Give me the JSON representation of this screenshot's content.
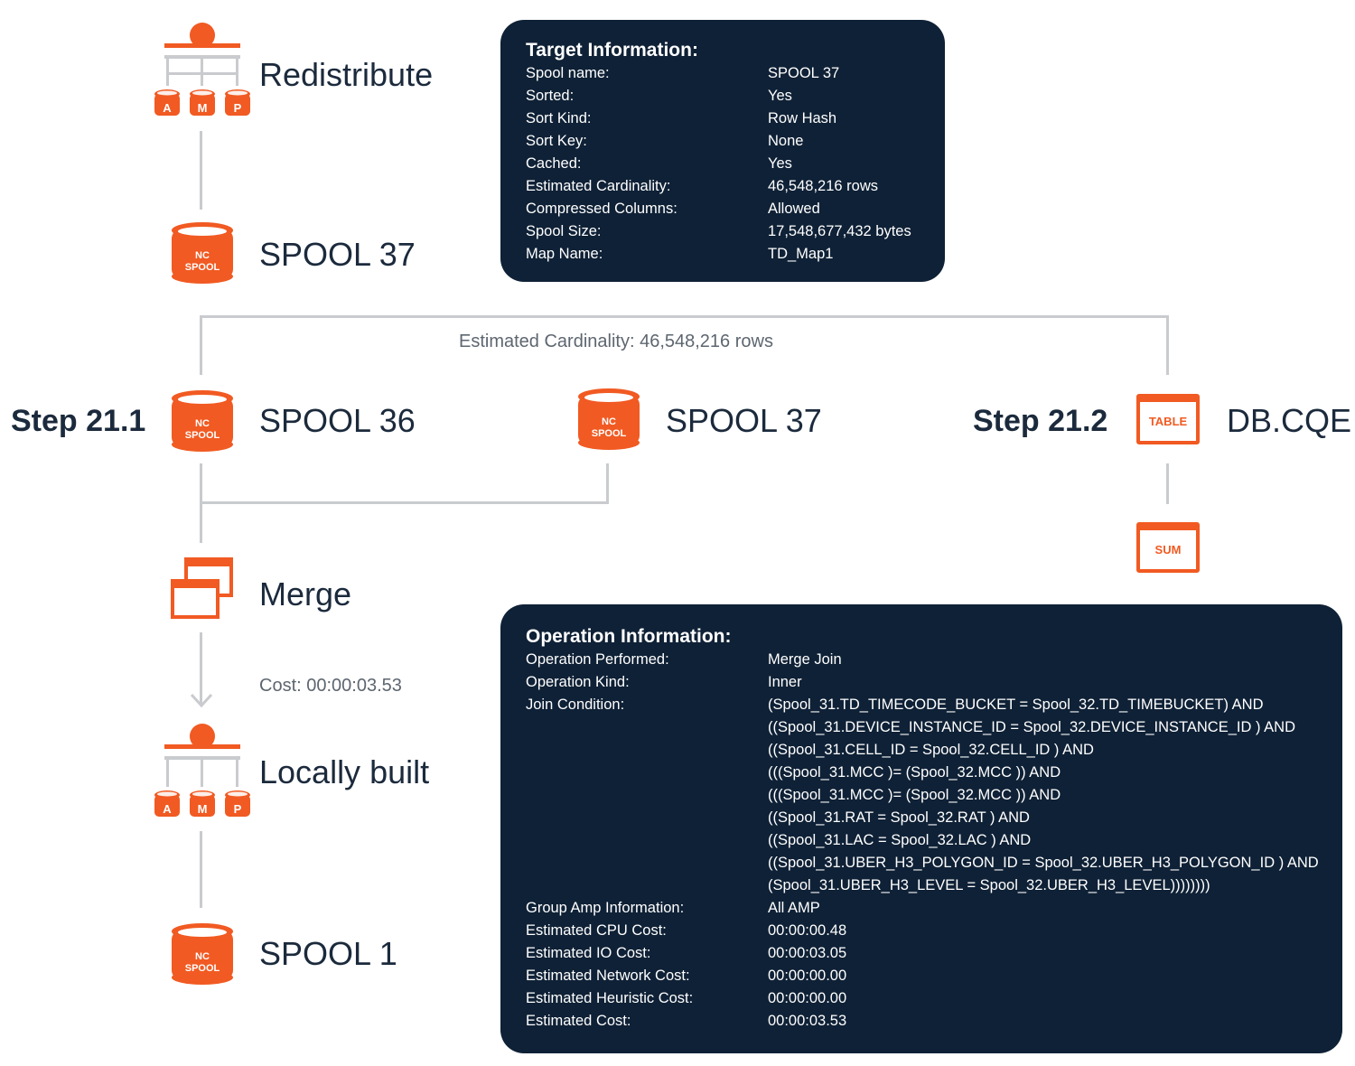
{
  "nodes": {
    "redistribute": {
      "label": "Redistribute",
      "icon": "amp-redistribute-icon",
      "amp_letters": [
        "A",
        "M",
        "P"
      ]
    },
    "spool37_top": {
      "label": "SPOOL 37",
      "icon": "nc-spool-icon",
      "icon_text": [
        "NC",
        "SPOOL"
      ]
    },
    "spool36": {
      "label": "SPOOL 36",
      "icon": "nc-spool-icon",
      "icon_text": [
        "NC",
        "SPOOL"
      ]
    },
    "spool37_mid": {
      "label": "SPOOL 37",
      "icon": "nc-spool-icon",
      "icon_text": [
        "NC",
        "SPOOL"
      ]
    },
    "db_cqe": {
      "label": "DB.CQE",
      "icon": "table-icon",
      "icon_text": "TABLE"
    },
    "sum": {
      "icon": "sum-icon",
      "icon_text": "SUM"
    },
    "merge": {
      "label": "Merge",
      "icon": "merge-windows-icon"
    },
    "locally_built": {
      "label": "Locally built",
      "icon": "amp-local-icon",
      "amp_letters": [
        "A",
        "M",
        "P"
      ]
    },
    "spool1": {
      "label": "SPOOL 1",
      "icon": "nc-spool-icon",
      "icon_text": [
        "NC",
        "SPOOL"
      ]
    }
  },
  "steps": {
    "left": "Step 21.1",
    "right": "Step 21.2"
  },
  "edge_labels": {
    "cardinality": "Estimated Cardinality: 46,548,216 rows",
    "cost": "Cost: 00:00:03.53"
  },
  "target_info": {
    "title": "Target Information:",
    "rows": [
      {
        "key": "Spool name:",
        "value": "SPOOL 37"
      },
      {
        "key": "Sorted:",
        "value": "Yes"
      },
      {
        "key": "Sort Kind:",
        "value": "Row Hash"
      },
      {
        "key": "Sort Key:",
        "value": "None"
      },
      {
        "key": "Cached:",
        "value": "Yes"
      },
      {
        "key": "Estimated Cardinality:",
        "value": "46,548,216 rows"
      },
      {
        "key": "Compressed Columns:",
        "value": "Allowed"
      },
      {
        "key": "Spool Size:",
        "value": "17,548,677,432 bytes"
      },
      {
        "key": "Map Name:",
        "value": "TD_Map1"
      }
    ]
  },
  "operation_info": {
    "title": "Operation Information:",
    "rows_before": [
      {
        "key": "Operation Performed:",
        "value": "Merge Join"
      },
      {
        "key": "Operation Kind:",
        "value": "Inner"
      }
    ],
    "join_condition": {
      "key": "Join Condition:",
      "lines": [
        "(Spool_31.TD_TIMECODE_BUCKET = Spool_32.TD_TIMEBUCKET) AND",
        "((Spool_31.DEVICE_INSTANCE_ID = Spool_32.DEVICE_INSTANCE_ID ) AND",
        "((Spool_31.CELL_ID = Spool_32.CELL_ID ) AND",
        "(((Spool_31.MCC )= (Spool_32.MCC )) AND",
        "(((Spool_31.MCC )= (Spool_32.MCC )) AND",
        "((Spool_31.RAT = Spool_32.RAT ) AND",
        "((Spool_31.LAC = Spool_32.LAC ) AND",
        "((Spool_31.UBER_H3_POLYGON_ID = Spool_32.UBER_H3_POLYGON_ID ) AND",
        "(Spool_31.UBER_H3_LEVEL = Spool_32.UBER_H3_LEVEL))))))))"
      ]
    },
    "rows_after": [
      {
        "key": "Group Amp Information:",
        "value": "All AMP"
      },
      {
        "key": "Estimated CPU Cost:",
        "value": "00:00:00.48"
      },
      {
        "key": "Estimated IO Cost:",
        "value": "00:00:03.05"
      },
      {
        "key": "Estimated Network Cost:",
        "value": "00:00:00.00"
      },
      {
        "key": "Estimated Heuristic Cost:",
        "value": "00:00:00.00"
      },
      {
        "key": "Estimated Cost:",
        "value": "00:00:03.53"
      }
    ]
  },
  "colors": {
    "accent": "#f15a22",
    "panel": "#0f2136",
    "connector": "#c9cbce",
    "text": "#1b2a3c"
  }
}
